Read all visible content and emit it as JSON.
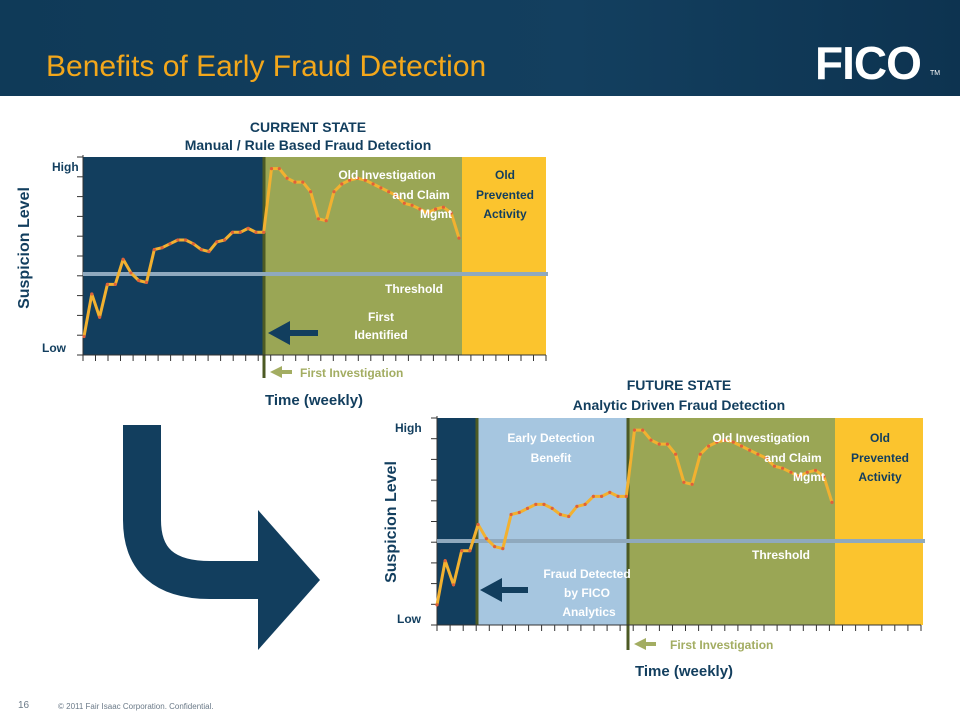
{
  "header": {
    "title": "Benefits of Early Fraud Detection",
    "logo": "FICO",
    "logo_tm": "TM"
  },
  "footer": {
    "page_number": "16",
    "copyright": "© 2011 Fair Isaac Corporation. Confidential."
  },
  "colors": {
    "header_bg": "#133f5f",
    "title": "#f3a71b",
    "dark_region": "#123e5e",
    "early_detection": "#a6c6e0",
    "investigation": "#9aa655",
    "prevented": "#fbc42e",
    "line": "#f2b130",
    "threshold": "#8fa9be",
    "arrow": "#123e5e",
    "first_investigation_text": "#a3ad62"
  },
  "chart_data": [
    {
      "type": "line",
      "title": "CURRENT STATE",
      "subtitle": "Manual / Rule Based Fraud Detection",
      "xlabel": "Time (weekly)",
      "ylabel": "Suspicion Level",
      "y_high_label": "High",
      "y_low_label": "Low",
      "threshold_label": "Threshold",
      "threshold_level": 0.42,
      "regions": [
        {
          "label": "",
          "start": 0,
          "end": 14,
          "color": "#123e5e"
        },
        {
          "label": "Old Investigation and Claim Mgmt",
          "start": 14,
          "end": 30,
          "color": "#9aa655"
        },
        {
          "label": "Old Prevented Activity",
          "start": 30,
          "end": 37,
          "color": "#fbc42e"
        }
      ],
      "annotations": {
        "first_identified": "First Identified",
        "first_investigation": "First Investigation"
      },
      "investigation_week": 14,
      "values": [
        0.07,
        0.29,
        0.17,
        0.34,
        0.34,
        0.47,
        0.4,
        0.36,
        0.35,
        0.52,
        0.53,
        0.55,
        0.57,
        0.57,
        0.55,
        0.52,
        0.51,
        0.56,
        0.57,
        0.61,
        0.61,
        0.63,
        0.61,
        0.61,
        0.94,
        0.94,
        0.89,
        0.87,
        0.87,
        0.82,
        0.68,
        0.67,
        0.82,
        0.86,
        0.88,
        0.89,
        0.88,
        0.86,
        0.84,
        0.82,
        0.8,
        0.76,
        0.75,
        0.73,
        0.71,
        0.73,
        0.74,
        0.71,
        0.58
      ]
    },
    {
      "type": "line",
      "title": "FUTURE STATE",
      "subtitle": "Analytic Driven Fraud Detection",
      "xlabel": "Time (weekly)",
      "ylabel": "Suspicion Level",
      "y_high_label": "High",
      "y_low_label": "Low",
      "threshold_label": "Threshold",
      "threshold_level": 0.42,
      "regions": [
        {
          "label": "",
          "start": 0,
          "end": 3,
          "color": "#123e5e"
        },
        {
          "label": "Early Detection Benefit",
          "start": 3,
          "end": 14,
          "color": "#a6c6e0"
        },
        {
          "label": "Old Investigation and Claim Mgmt",
          "start": 14,
          "end": 30,
          "color": "#9aa655"
        },
        {
          "label": "Old Prevented Activity",
          "start": 30,
          "end": 37,
          "color": "#fbc42e"
        }
      ],
      "annotations": {
        "fraud_detected": "Fraud Detected by FICO Analytics",
        "first_investigation": "First Investigation"
      },
      "investigation_week": 14,
      "values": [
        0.07,
        0.29,
        0.17,
        0.34,
        0.34,
        0.47,
        0.4,
        0.36,
        0.35,
        0.52,
        0.53,
        0.55,
        0.57,
        0.57,
        0.55,
        0.52,
        0.51,
        0.56,
        0.57,
        0.61,
        0.61,
        0.63,
        0.61,
        0.61,
        0.94,
        0.94,
        0.89,
        0.87,
        0.87,
        0.82,
        0.68,
        0.67,
        0.82,
        0.86,
        0.88,
        0.89,
        0.88,
        0.86,
        0.84,
        0.82,
        0.8,
        0.76,
        0.75,
        0.73,
        0.71,
        0.73,
        0.74,
        0.71,
        0.58
      ]
    }
  ]
}
